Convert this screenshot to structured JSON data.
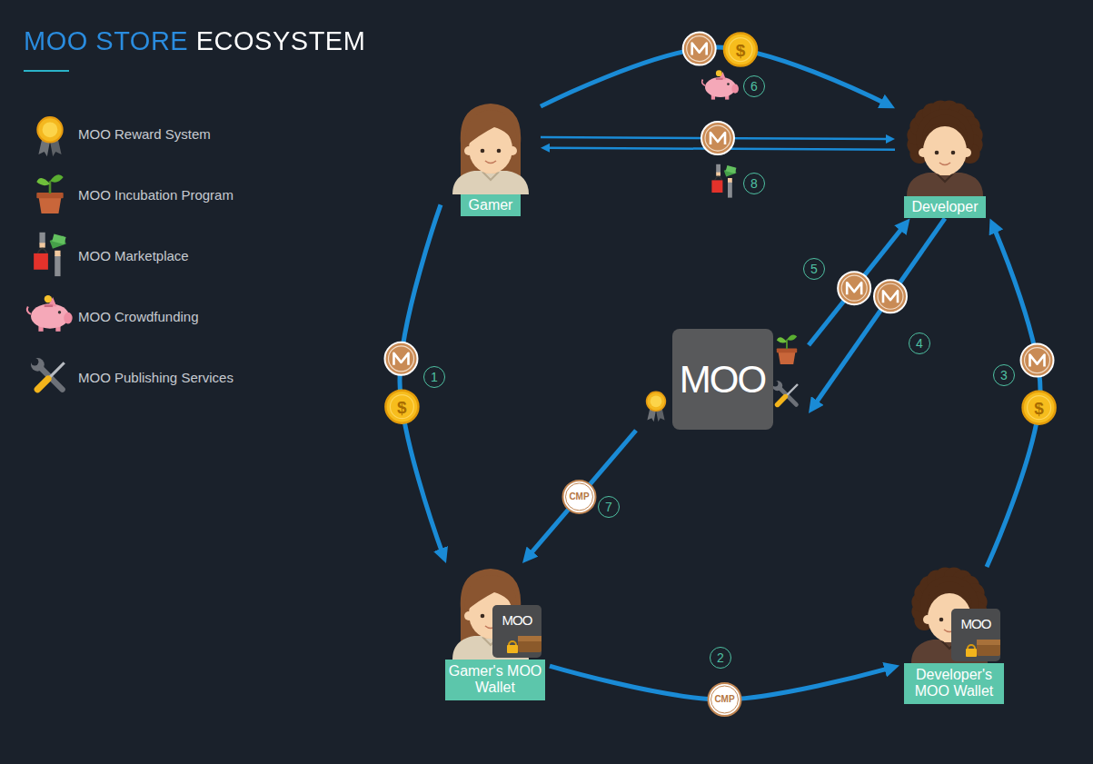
{
  "diagram": {
    "title": "MOO STORE ECOSYSTEM",
    "nodes": [
      {
        "text": [
          "Gamer"
        ]
      },
      {
        "text": [
          "Developer"
        ]
      },
      {
        "text": [
          "Gamer's MOO Wallet"
        ]
      },
      {
        "text": [
          "Developer's MOO Wallet"
        ]
      },
      {
        "text": [
          "MOO"
        ]
      }
    ],
    "edges": [
      {
        "from": 0,
        "to": 2,
        "arrow": "to",
        "label": "1"
      },
      {
        "from": 2,
        "to": 3,
        "arrow": "to",
        "label": "2"
      },
      {
        "from": 3,
        "to": 1,
        "arrow": "to",
        "label": "3"
      },
      {
        "from": 1,
        "to": 4,
        "arrow": "to",
        "label": "4"
      },
      {
        "from": 4,
        "to": 1,
        "arrow": "to",
        "label": "5"
      },
      {
        "from": 0,
        "to": 1,
        "arrow": "to",
        "label": "6"
      },
      {
        "from": 4,
        "to": 2,
        "arrow": "to",
        "label": "7"
      },
      {
        "from": 0,
        "to": 1,
        "arrow": "to",
        "label": "8"
      },
      {
        "from": 1,
        "to": 0,
        "arrow": "to"
      }
    ],
    "labels": [
      "$",
      "$",
      "$",
      "CMP",
      "CMP",
      "MOO",
      "MOO"
    ],
    "legend": [
      {
        "text": "MOO Reward System"
      },
      {
        "text": "MOO Incubation Program"
      },
      {
        "text": "MOO Marketplace"
      },
      {
        "text": "MOO Crowdfunding"
      },
      {
        "text": "MOO Publishing Services"
      }
    ]
  }
}
